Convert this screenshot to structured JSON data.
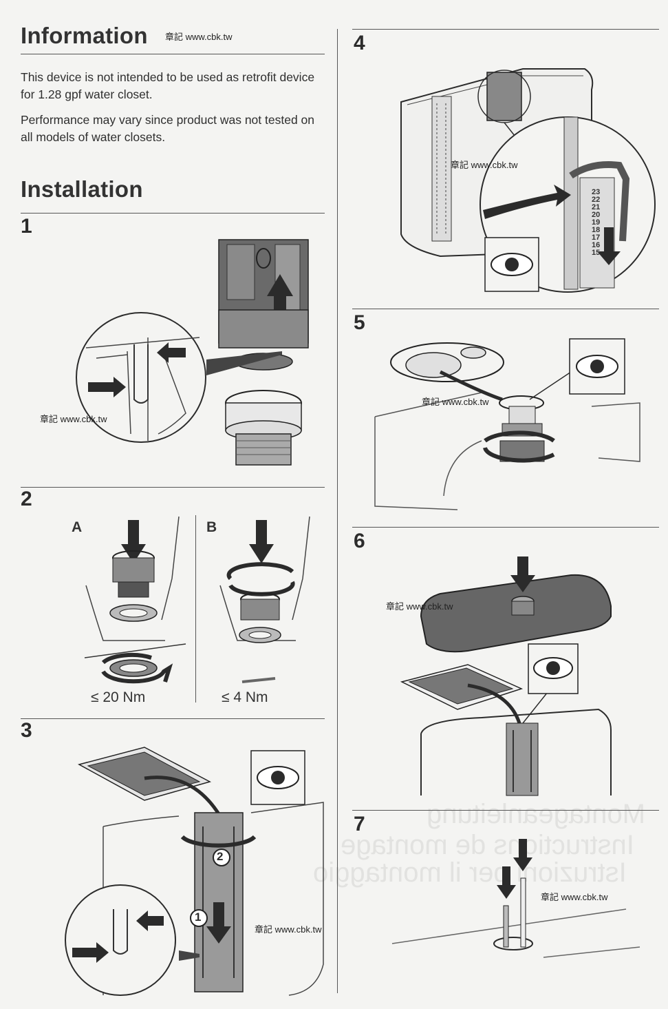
{
  "info": {
    "title": "Information",
    "para1": "This device is not intended to be used as retrofit device for 1.28 gpf water closet.",
    "para2": "Performance may vary since product was not tested on all models of water closets."
  },
  "installation": {
    "title": "Installation"
  },
  "watermark": "章記 www.cbk.tw",
  "steps": {
    "s1": "1",
    "s2": "2",
    "s3": "3",
    "s4": "4",
    "s5": "5",
    "s6": "6",
    "s7": "7"
  },
  "step2": {
    "label_a": "A",
    "label_b": "B",
    "torque_a": "≤ 20 Nm",
    "torque_b": "≤ 4 Nm"
  },
  "step3": {
    "marker1": "1",
    "marker2": "2"
  },
  "step4": {
    "scale": [
      "23",
      "22",
      "21",
      "20",
      "19",
      "18",
      "17",
      "16",
      "15"
    ]
  },
  "background_text": [
    "Montageanleitung",
    "Instructions de montage",
    "Istruzioni per il montaggio"
  ],
  "colors": {
    "ink": "#2b2b2b",
    "paper": "#f4f4f2",
    "dark_fill": "#555555",
    "mid_fill": "#888888"
  }
}
